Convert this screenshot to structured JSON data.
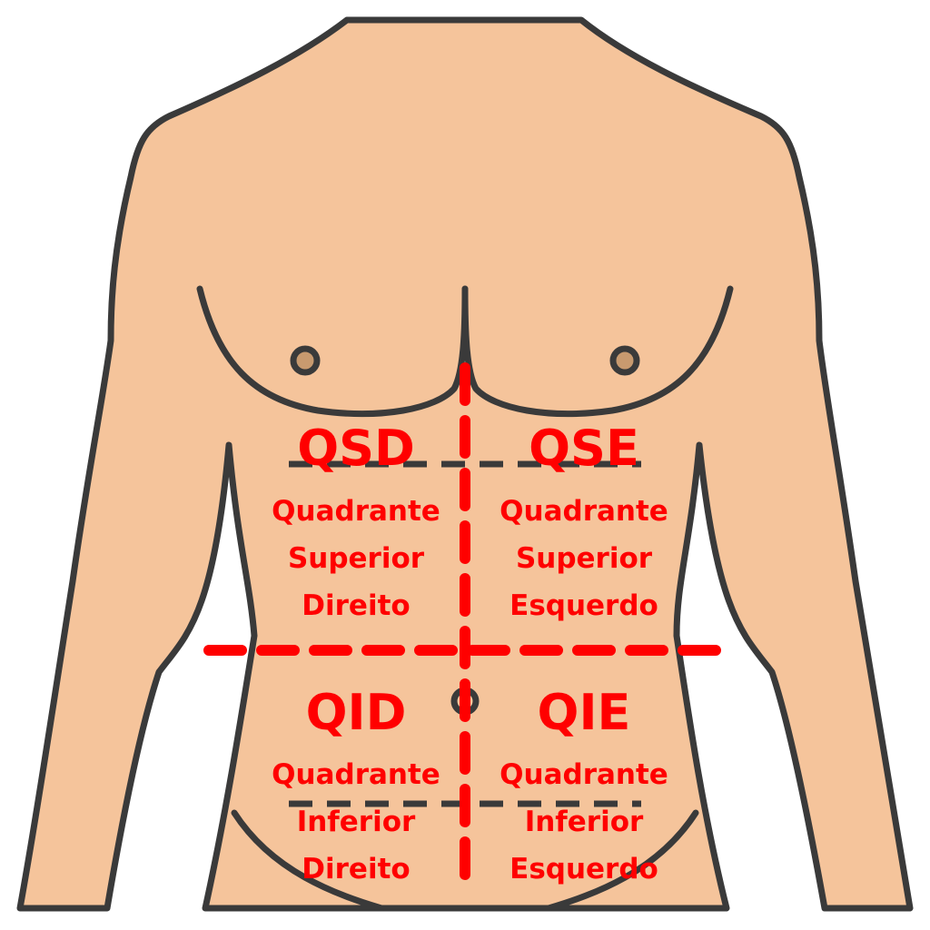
{
  "colors": {
    "skin": "#f5c49b",
    "outline": "#3a3a3a",
    "nipple": "#c89a6f",
    "quadrant_red": "#ff0000",
    "background": "#ffffff"
  },
  "quadrants": {
    "upper_right": {
      "code": "QSD",
      "line1": "Quadrante",
      "line2": "Superior",
      "line3": "Direito"
    },
    "upper_left": {
      "code": "QSE",
      "line1": "Quadrante",
      "line2": "Superior",
      "line3": "Esquerdo"
    },
    "lower_right": {
      "code": "QID",
      "line1": "Quadrante",
      "line2": "Inferior",
      "line3": "Direito"
    },
    "lower_left": {
      "code": "QIE",
      "line1": "Quadrante",
      "line2": "Inferior",
      "line3": "Esquerdo"
    }
  }
}
